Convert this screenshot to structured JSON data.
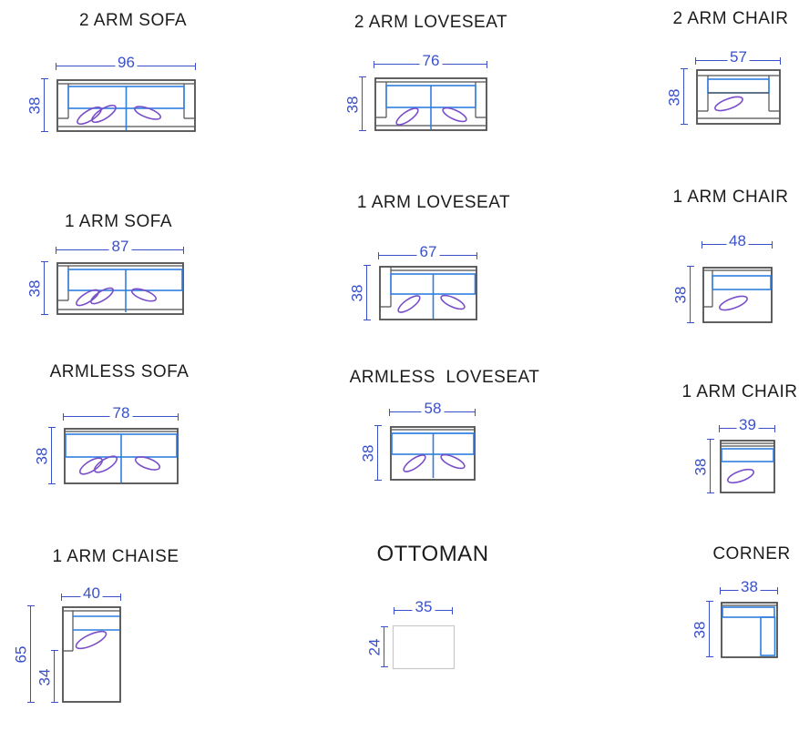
{
  "colors": {
    "dimension": "#3a50c9",
    "outline": "#4f4f4f",
    "cushion": "#2e7ee0",
    "cushion_light": "#7fb2f0",
    "pillow": "#7a4ec9",
    "ottoman_outline": "#c8c8c8"
  },
  "items": [
    {
      "id": "2-arm-sofa",
      "title": "2 ARM SOFA",
      "width": "96",
      "depth": "38"
    },
    {
      "id": "2-arm-loveseat",
      "title": "2 ARM LOVESEAT",
      "width": "76",
      "depth": "38"
    },
    {
      "id": "2-arm-chair",
      "title": "2 ARM CHAIR",
      "width": "57",
      "depth": "38"
    },
    {
      "id": "1-arm-sofa",
      "title": "1 ARM SOFA",
      "width": "87",
      "depth": "38"
    },
    {
      "id": "1-arm-loveseat",
      "title": "1 ARM LOVESEAT",
      "width": "67",
      "depth": "38"
    },
    {
      "id": "1-arm-chair",
      "title": "1 ARM CHAIR",
      "width": "48",
      "depth": "38"
    },
    {
      "id": "armless-sofa",
      "title": "ARMLESS SOFA",
      "width": "78",
      "depth": "38"
    },
    {
      "id": "armless-loveseat",
      "title": "ARMLESS  LOVESEAT",
      "width": "58",
      "depth": "38"
    },
    {
      "id": "1-arm-chair-39",
      "title": "1 ARM CHAIR",
      "width": "39",
      "depth": "38"
    },
    {
      "id": "1-arm-chaise",
      "title": "1 ARM CHAISE",
      "width": "40",
      "depth_total": "65",
      "depth_seat": "34"
    },
    {
      "id": "ottoman",
      "title": "OTTOMAN",
      "width": "35",
      "depth": "24"
    },
    {
      "id": "corner",
      "title": "CORNER",
      "width": "38",
      "depth": "38"
    }
  ]
}
